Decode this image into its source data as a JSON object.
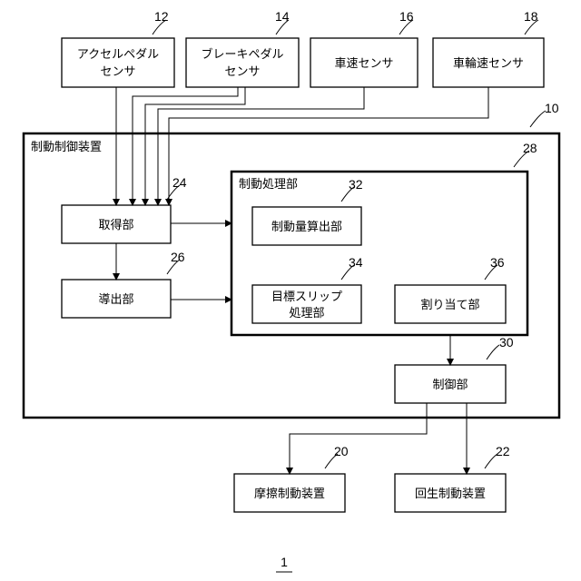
{
  "diagram": {
    "figure_number": "1",
    "system": {
      "label": "制動制御装置",
      "ref": "10"
    },
    "processing_unit": {
      "label": "制動処理部",
      "ref": "28"
    },
    "sensors": [
      {
        "line1": "アクセルペダル",
        "line2": "センサ",
        "ref": "12"
      },
      {
        "line1": "ブレーキペダル",
        "line2": "センサ",
        "ref": "14"
      },
      {
        "line1": "車速センサ",
        "ref": "16"
      },
      {
        "line1": "車輪速センサ",
        "ref": "18"
      }
    ],
    "acquisition": {
      "label": "取得部",
      "ref": "24"
    },
    "derivation": {
      "label": "導出部",
      "ref": "26"
    },
    "brake_amount": {
      "label": "制動量算出部",
      "ref": "32"
    },
    "slip_processing": {
      "line1": "目標スリップ",
      "line2": "処理部",
      "ref": "34"
    },
    "allocation": {
      "label": "割り当て部",
      "ref": "36"
    },
    "control": {
      "label": "制御部",
      "ref": "30"
    },
    "friction_brake": {
      "label": "摩擦制動装置",
      "ref": "20"
    },
    "regen_brake": {
      "label": "回生制動装置",
      "ref": "22"
    }
  }
}
